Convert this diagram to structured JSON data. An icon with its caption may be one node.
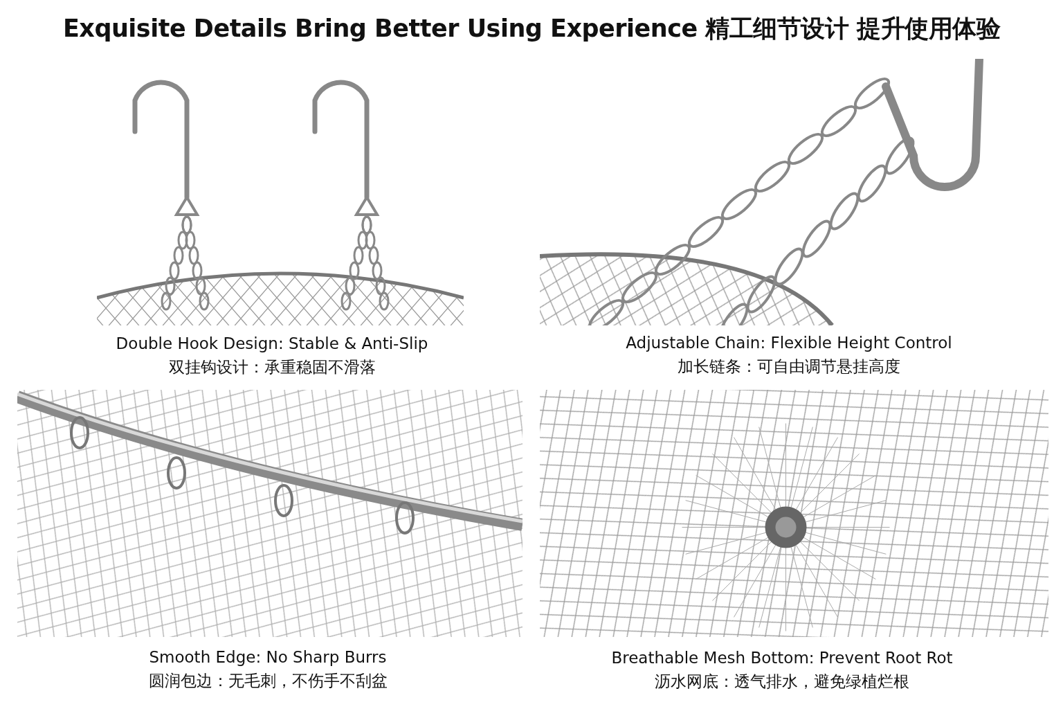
{
  "diagram": {
    "title": "Exquisite Details Bring Better Using Experience 精工细节设计 提升使用体验",
    "nodes": [
      {
        "text": [],
        "shape": "picture",
        "beside": [
          "Double Hook Design: Stable & Anti-Slip",
          "双挂钩设计：承重稳固不滑落"
        ]
      },
      {
        "text": [],
        "shape": "picture",
        "beside": [
          "Adjustable Chain: Flexible Height Control",
          "加长链条：可自由调节悬挂高度"
        ]
      },
      {
        "text": [],
        "shape": "picture",
        "beside": [
          "Smooth Edge: No Sharp Burrs",
          "圆润包边：无毛刺，不伤手不刮盆"
        ]
      },
      {
        "text": [],
        "shape": "picture",
        "beside": [
          "Breathable Mesh Bottom: Prevent Root Rot",
          "沥水网底：透气排水，避免绿植烂根"
        ]
      }
    ]
  }
}
